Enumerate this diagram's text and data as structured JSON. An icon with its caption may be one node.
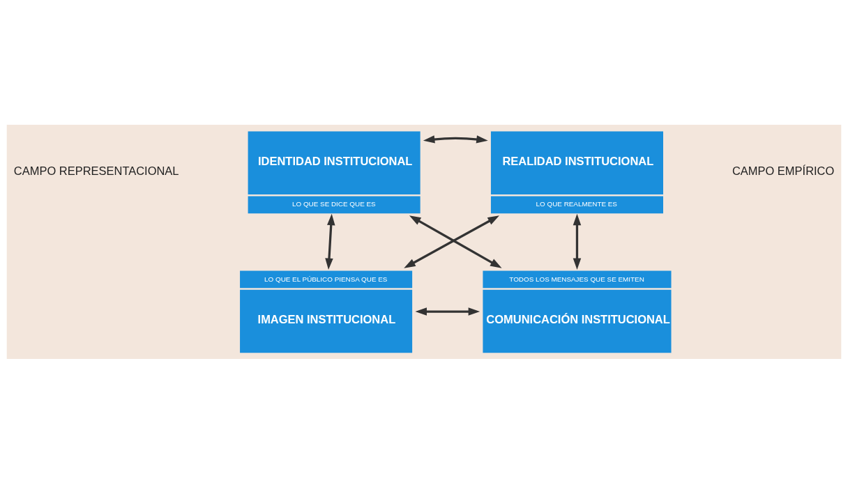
{
  "diagram": {
    "nodes": [
      {
        "text": [
          "IDENTIDAD INSTITUCIONAL",
          "LO QUE SE DICE QUE ES"
        ]
      },
      {
        "text": [
          "REALIDAD INSTITUCIONAL",
          "LO QUE REALMENTE ES"
        ]
      },
      {
        "text": [
          "LO QUE EL PÚBLICO PIENSA QUE ES",
          "IMAGEN INSTITUCIONAL"
        ]
      },
      {
        "text": [
          "TODOS LOS MENSAJES QUE SE EMITEN",
          "COMUNICACIÓN INSTITUCIONAL"
        ]
      }
    ],
    "edges": [
      {
        "from": 0,
        "to": 1,
        "arrow": "both"
      },
      {
        "from": 0,
        "to": 2,
        "arrow": "both"
      },
      {
        "from": 1,
        "to": 3,
        "arrow": "both"
      },
      {
        "from": 0,
        "to": 3,
        "arrow": "both"
      },
      {
        "from": 1,
        "to": 2,
        "arrow": "both"
      },
      {
        "from": 2,
        "to": 3,
        "arrow": "both"
      }
    ],
    "labels": [
      "CAMPO REPRESENTACIONAL",
      "CAMPO EMPÍRICO"
    ]
  }
}
